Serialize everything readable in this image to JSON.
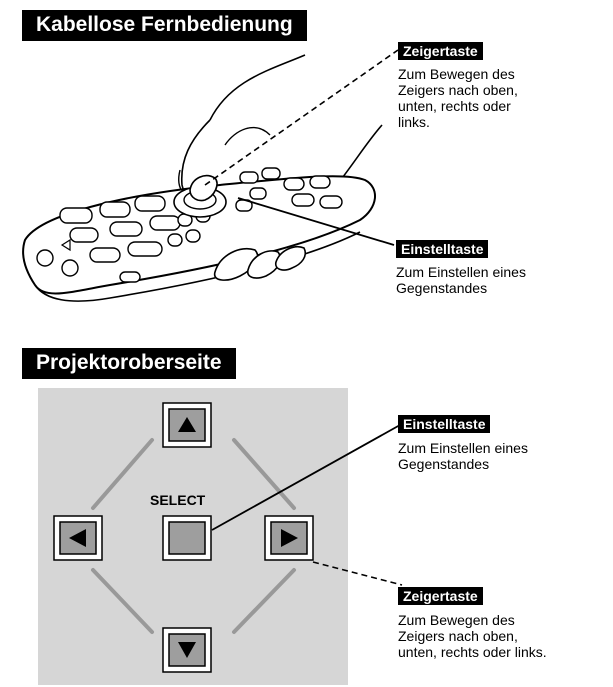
{
  "remote_section": {
    "title": "Kabellose Fernbedienung",
    "pointer_tag": "Zeigertaste",
    "pointer_desc": "Zum Bewegen des\nZeigers nach oben,\nunten, rechts oder\nlinks.",
    "select_tag": "Einstelltaste",
    "select_desc": "Zum Einstellen eines\nGegenstandes"
  },
  "projector_section": {
    "title": "Projektoroberseite",
    "select_label": "SELECT",
    "select_tag": "Einstelltaste",
    "select_desc": "Zum Einstellen eines\nGegenstandes",
    "pointer_tag": "Zeigertaste",
    "pointer_desc": "Zum Bewegen des\nZeigers nach oben,\nunten, rechts oder links."
  },
  "colors": {
    "panel_bg": "#d6d6d6",
    "button_fill": "#9e9e9e",
    "banner_bg": "#000000"
  },
  "icons": [
    "arrow-up-icon",
    "arrow-down-icon",
    "arrow-left-icon",
    "arrow-right-icon"
  ]
}
